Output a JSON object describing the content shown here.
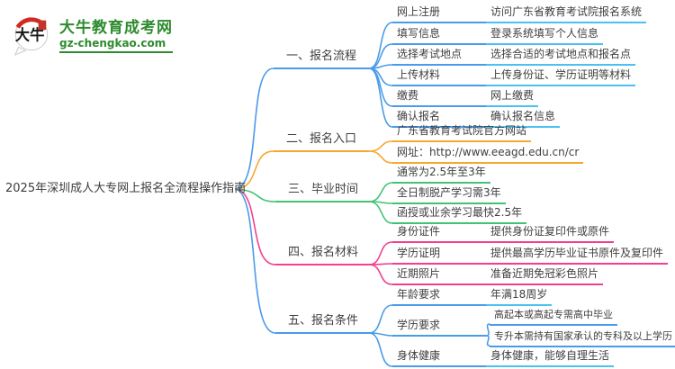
{
  "logo": {
    "site_name": "大牛教育成考网",
    "site_domain": "gz-chengkao.com",
    "icon_text": "大牛"
  },
  "root": {
    "title": "2025年深圳成人大专网上报名全流程操作指南"
  },
  "colors": {
    "branch_blue": "#4a9bea",
    "branch_orange": "#f7a831",
    "branch_green": "#42c275",
    "branch_pink": "#f2408f",
    "leaf_cyan": "#4ac1f0",
    "brand_green": "#2e8b2e",
    "text": "#3f3f3f"
  },
  "branches": [
    {
      "label": "一、报名流程",
      "children": [
        {
          "label": "网上注册",
          "detail": "访问广东省教育考试院报名系统"
        },
        {
          "label": "填写信息",
          "detail": "登录系统填写个人信息"
        },
        {
          "label": "选择考试地点",
          "detail": "选择合适的考试地点和报名点"
        },
        {
          "label": "上传材料",
          "detail": "上传身份证、学历证明等材料"
        },
        {
          "label": "缴费",
          "detail": "网上缴费"
        },
        {
          "label": "确认报名",
          "detail": "确认报名信息"
        }
      ]
    },
    {
      "label": "二、报名入口",
      "children": [
        {
          "label": "广东省教育考试院官方网站"
        },
        {
          "label": "网址：http://www.eeagd.edu.cn/cr"
        }
      ]
    },
    {
      "label": "三、毕业时间",
      "children": [
        {
          "label": "通常为2.5年至3年"
        },
        {
          "label": "全日制脱产学习需3年"
        },
        {
          "label": "函授或业余学习最快2.5年"
        }
      ]
    },
    {
      "label": "四、报名材料",
      "children": [
        {
          "label": "身份证件",
          "detail": "提供身份证复印件或原件"
        },
        {
          "label": "学历证明",
          "detail": "提供最高学历毕业证书原件及复印件"
        },
        {
          "label": "近期照片",
          "detail": "准备近期免冠彩色照片"
        }
      ]
    },
    {
      "label": "五、报名条件",
      "children": [
        {
          "label": "年龄要求",
          "detail": "年满18周岁"
        },
        {
          "label": "学历要求",
          "details": [
            "高起本或高起专需高中毕业",
            "专升本需持有国家承认的专科及以上学历"
          ]
        },
        {
          "label": "身体健康",
          "detail": "身体健康，能够自理生活"
        }
      ]
    }
  ]
}
